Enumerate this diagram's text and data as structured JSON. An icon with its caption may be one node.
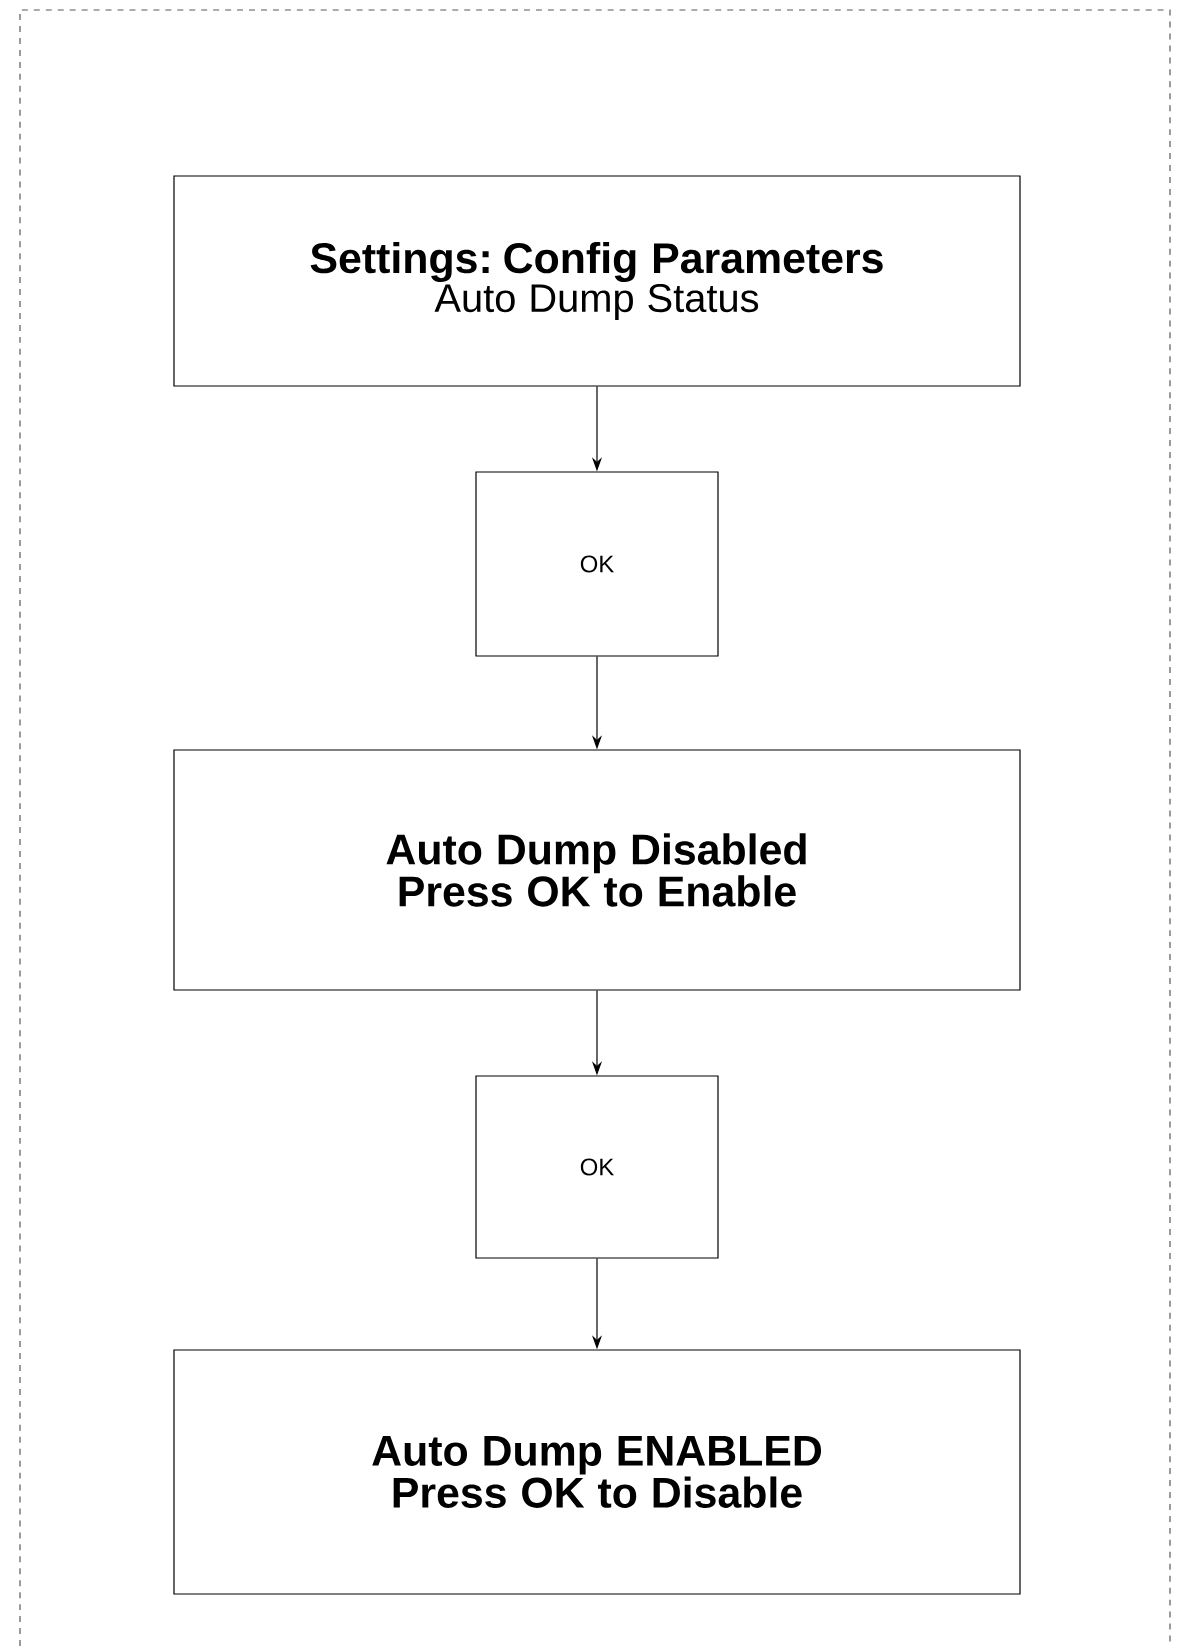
{
  "diagram": {
    "nodes": [
      {
        "text": [
          "Settings: Config Parameters",
          "Auto Dump Status"
        ]
      },
      {
        "text": [
          "OK"
        ]
      },
      {
        "text": [
          "Auto Dump Disabled Press OK to Enable"
        ]
      },
      {
        "text": [
          "OK"
        ]
      },
      {
        "text": [
          "Auto Dump ENABLED Press OK to Disable"
        ]
      }
    ],
    "edges": [
      {
        "from": 0,
        "to": 1,
        "arrow": "to"
      },
      {
        "from": 1,
        "to": 2,
        "arrow": "to"
      },
      {
        "from": 2,
        "to": 3,
        "arrow": "to"
      },
      {
        "from": 3,
        "to": 4,
        "arrow": "to"
      }
    ]
  }
}
